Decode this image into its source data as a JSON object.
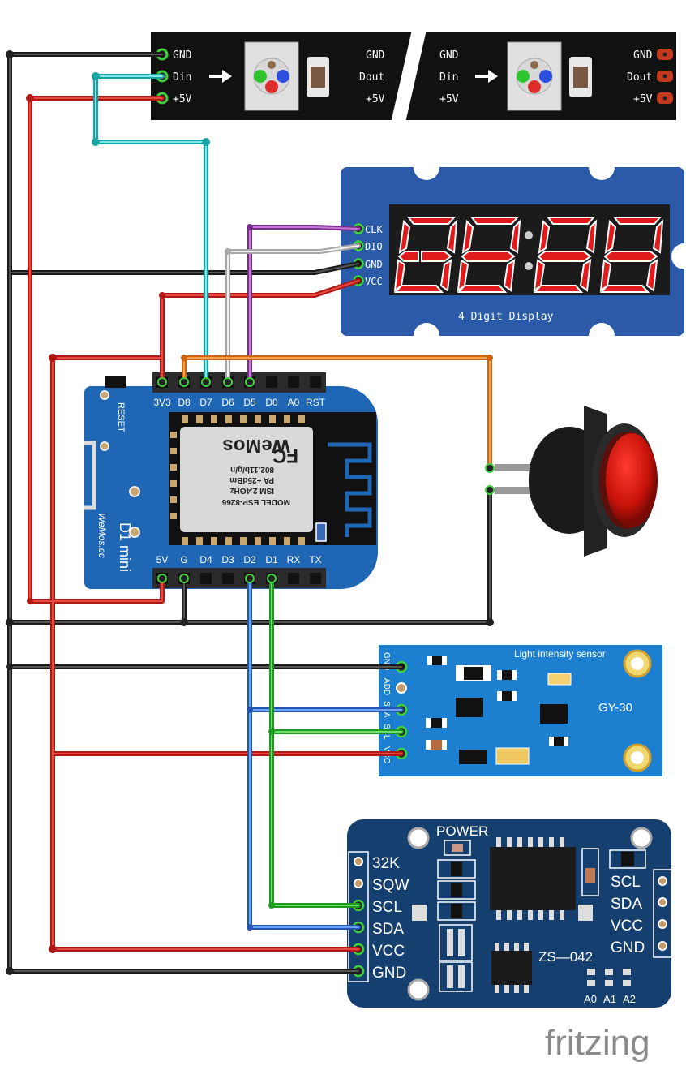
{
  "led_strip": {
    "left_pins": [
      "GND",
      "Din",
      "+5V"
    ],
    "segment1_right": [
      "GND",
      "Dout",
      "+5V"
    ],
    "segment2_left": [
      "GND",
      "Din",
      "+5V"
    ],
    "segment2_right": [
      "GND",
      "Dout",
      "+5V"
    ]
  },
  "display": {
    "pins": [
      "CLK",
      "DIO",
      "GND",
      "VCC"
    ],
    "label": "4 Digit Display"
  },
  "d1mini": {
    "top_pins": [
      "3V3",
      "D8",
      "D7",
      "D6",
      "D5",
      "D0",
      "A0",
      "RST"
    ],
    "bottom_pins": [
      "5V",
      "G",
      "D4",
      "D3",
      "D2",
      "D1",
      "RX",
      "TX"
    ],
    "reset_label": "RESET",
    "brand_label": "D1 mini",
    "brand_sub": "WeMos.cc",
    "module_lines": [
      "MODEL  ESP-8266",
      "ISM 2.4GHz",
      "PA +25dBm",
      "802.11b/g/n"
    ],
    "module_brand": "WeMos"
  },
  "light_sensor": {
    "title": "Light intensity sensor",
    "model": "GY-30",
    "pins": [
      "GND",
      "ADD",
      "SDA",
      "SCL",
      "VCC"
    ]
  },
  "rtc": {
    "power_label": "POWER",
    "left_pins": [
      "32K",
      "SQW",
      "SCL",
      "SDA",
      "VCC",
      "GND"
    ],
    "right_pins": [
      "SCL",
      "SDA",
      "VCC",
      "GND"
    ],
    "model": "ZS—042",
    "address_labels": [
      "A0",
      "A1",
      "A2"
    ]
  },
  "footer": {
    "logo": "fritzing"
  },
  "colors": {
    "gnd": "#222222",
    "vcc": "#c21b17",
    "din": "#35c4c4",
    "clk": "#8e44a0",
    "dio": "#c8c8c8",
    "button": "#e07b18",
    "sda": "#2f6fd0",
    "scl": "#2ab52a",
    "board": "#1f66b5",
    "display_board": "#2a5aa8",
    "sensor_board": "#1d7fcf",
    "rtc_board": "#153f6e"
  }
}
